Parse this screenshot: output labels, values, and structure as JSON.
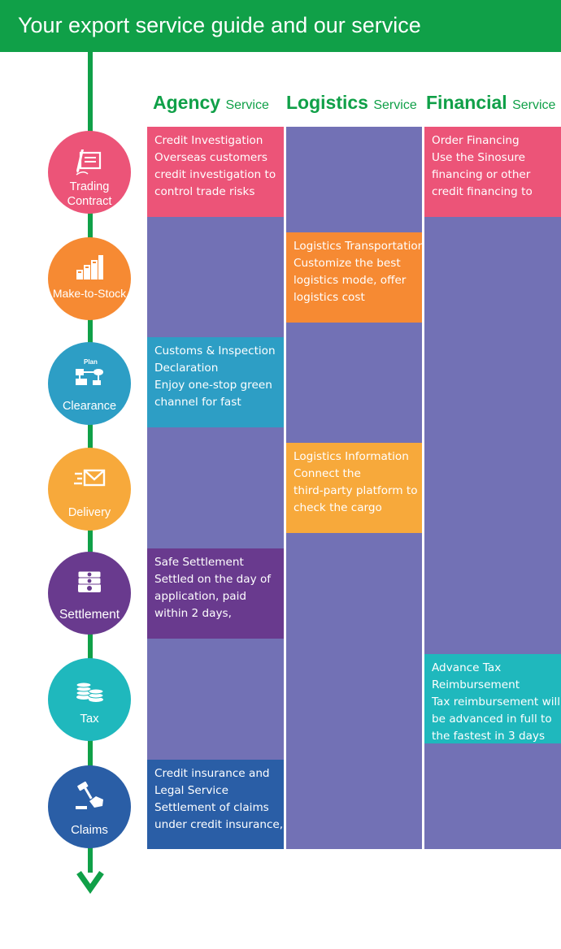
{
  "header": {
    "title": "Your export service guide and our service"
  },
  "columns": [
    {
      "title": "Agency",
      "sub": "Service"
    },
    {
      "title": "Logistics",
      "sub": "Service"
    },
    {
      "title": "Financial",
      "sub": "Service"
    }
  ],
  "steps": [
    {
      "label": "Trading Contract",
      "line1": "Trading",
      "line2": "Contract",
      "icon": "contract-pen-icon",
      "color": "#ec5478"
    },
    {
      "label": "Make-to-Stock",
      "icon": "stacked-bar-blocks-icon",
      "color": "#f68a33"
    },
    {
      "label": "Clearance",
      "plan": "Plan",
      "icon": "plan-flowchart-icon",
      "color": "#2d9ec5"
    },
    {
      "label": "Delivery",
      "icon": "envelope-speed-icon",
      "color": "#f7a93b"
    },
    {
      "label": "Settlement",
      "icon": "cash-stack-icon",
      "color": "#693a8e"
    },
    {
      "label": "Tax",
      "icon": "coin-stacks-icon",
      "color": "#1fb8bd"
    },
    {
      "label": "Claims",
      "icon": "gavel-handshake-icon",
      "color": "#2a5ea6"
    }
  ],
  "lane_color": "#7271b5",
  "accent": "#10a048",
  "agency": {
    "credit": {
      "lines": [
        "Credit Investigation",
        "Overseas customers",
        "credit investigation to",
        "control trade risks"
      ],
      "color": "#ec5478"
    },
    "customs": {
      "lines": [
        "Customs & Inspection",
        "Declaration",
        "Enjoy one-stop green",
        "channel for fast"
      ],
      "color": "#2d9ec5"
    },
    "settlement": {
      "lines": [
        "Safe Settlement",
        "Settled on the day of",
        "application, paid",
        "within 2 days,"
      ],
      "color": "#693a8e"
    },
    "claims": {
      "lines": [
        "Credit insurance and",
        "Legal Service",
        "Settlement of claims",
        "under credit insurance,"
      ],
      "color": "#2a5ea6"
    }
  },
  "logistics": {
    "transport": {
      "lines": [
        "Logistics Transportation",
        "Customize the best",
        "logistics mode, offer",
        "logistics cost"
      ],
      "color": "#f68a33"
    },
    "info": {
      "lines": [
        "Logistics Information",
        "Connect the",
        "third-party platform to",
        "check the cargo"
      ],
      "color": "#f7a93b"
    }
  },
  "financial": {
    "order": {
      "lines": [
        "Order Financing",
        "Use the Sinosure",
        "financing or other",
        "credit financing to"
      ],
      "color": "#ec5478"
    },
    "tax": {
      "lines": [
        "Advance Tax",
        "Reimbursement",
        "Tax reimbursement will",
        "be advanced in full to",
        "the fastest in 3 days"
      ],
      "color": "#1fb8bd"
    }
  }
}
